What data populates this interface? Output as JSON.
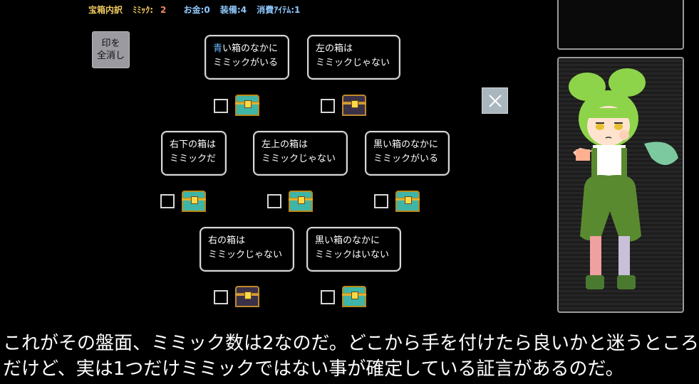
{
  "stats": {
    "title": "宝箱内訳",
    "mimic_label": "ﾐﾐｯｸ:",
    "mimic_value": "2",
    "money": "お金:0",
    "equipment": "装備:4",
    "consumable": "消費ｱｲﾃﾑ:1"
  },
  "reset_button": {
    "line1": "印を",
    "line2": "全消し"
  },
  "clues": [
    {
      "id": "c1",
      "line1_blue": "青",
      "line1": "い箱のなかに",
      "line2": "ミミックがいる",
      "chest_color": "teal"
    },
    {
      "id": "c2",
      "line1_blue": "",
      "line1": "左の箱は",
      "line2": "ミミックじゃない",
      "chest_color": "dark"
    },
    {
      "id": "c3",
      "line1_blue": "",
      "line1": "右下の箱は",
      "line2": "ミミックだ",
      "chest_color": "teal"
    },
    {
      "id": "c4",
      "line1_blue": "",
      "line1": "左上の箱は",
      "line2": "ミミックじゃない",
      "chest_color": "teal"
    },
    {
      "id": "c5",
      "line1_blue": "",
      "line1": "黒い箱のなかに",
      "line2": "ミミックがいる",
      "chest_color": "teal"
    },
    {
      "id": "c6",
      "line1_blue": "",
      "line1": "右の箱は",
      "line2": "ミミックじゃない",
      "chest_color": "dark"
    },
    {
      "id": "c7",
      "line1_blue": "",
      "line1": "黒い箱のなかに",
      "line2": "ミミックはいない",
      "chest_color": "teal"
    }
  ],
  "close_icon": "close-x-icon",
  "subtitle": {
    "line1": "これがその盤面、ミミック数は2なのだ。どこから手を付けたら良いかと迷うところ",
    "line2": "だけど、実は1つだけミミックではない事が確定している証言があるのだ。"
  },
  "colors": {
    "background": "#000000",
    "stats_title": "#f0c860",
    "stats_other": "#8fc9ff",
    "blue_text": "#6ab8ff",
    "chest_teal": "#3fb5a8",
    "chest_dark": "#3a3048",
    "character_hair": "#8ed44a",
    "character_outfit": "#5a8a30"
  }
}
